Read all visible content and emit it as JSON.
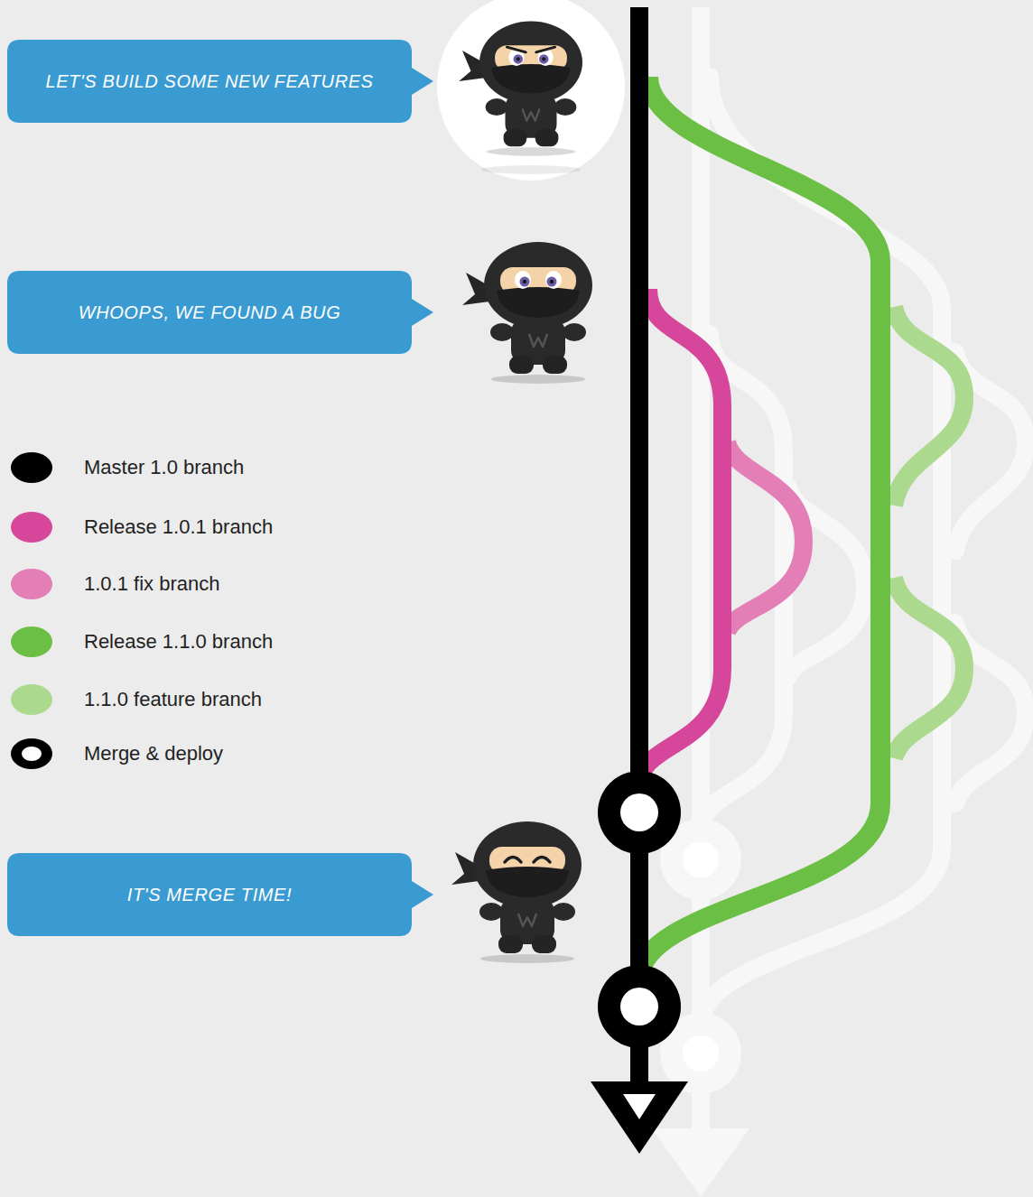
{
  "diagram": {
    "nodes": [
      {
        "text": [
          "LET'S BUILD SOME NEW FEATURES"
        ]
      },
      {
        "text": [
          "WHOOPS, WE FOUND A BUG"
        ]
      },
      {
        "text": [
          "IT'S MERGE TIME!"
        ]
      }
    ],
    "legend": [
      {
        "text": "Master 1.0 branch",
        "color": "#000000"
      },
      {
        "text": "Release 1.0.1 branch",
        "color": "#d6479b"
      },
      {
        "text": "1.0.1 fix branch",
        "color": "#e37eb6"
      },
      {
        "text": "Release 1.1.0 branch",
        "color": "#6cbf45"
      },
      {
        "text": "1.1.0 feature branch",
        "color": "#abd98d"
      },
      {
        "text": "Merge & deploy"
      }
    ]
  }
}
